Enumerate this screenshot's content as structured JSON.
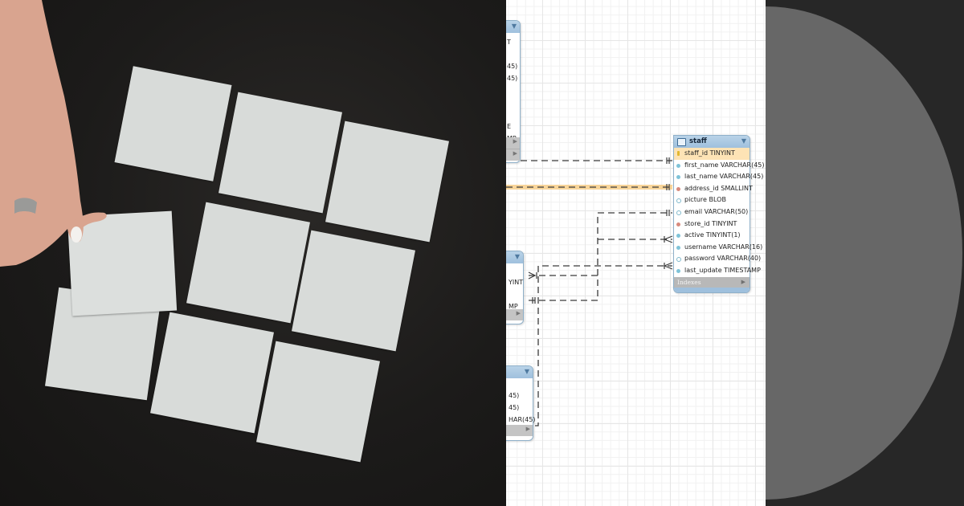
{
  "photo": {
    "description": "hand placing sticky notes in a 3x3 grid on a dark surface",
    "notes_count": 10,
    "colors": {
      "background": "#1c1b1a",
      "note": "#d8dbd9",
      "skin": "#d9a48f"
    }
  },
  "diagram": {
    "grid_color": "#e6e6e6",
    "tables": [
      {
        "id": "staff",
        "title": "staff",
        "columns": [
          {
            "label": "staff_id TINYINT",
            "kind": "primary-key"
          },
          {
            "label": "first_name VARCHAR(45)",
            "kind": "column"
          },
          {
            "label": "last_name VARCHAR(45)",
            "kind": "column"
          },
          {
            "label": "address_id SMALLINT",
            "kind": "foreign-key"
          },
          {
            "label": "picture BLOB",
            "kind": "nullable"
          },
          {
            "label": "email VARCHAR(50)",
            "kind": "nullable"
          },
          {
            "label": "store_id TINYINT",
            "kind": "foreign-key"
          },
          {
            "label": "active TINYINT(1)",
            "kind": "column"
          },
          {
            "label": "username VARCHAR(16)",
            "kind": "column"
          },
          {
            "label": "password VARCHAR(40)",
            "kind": "nullable"
          },
          {
            "label": "last_update TIMESTAMP",
            "kind": "column"
          }
        ],
        "footer": "Indexes"
      },
      {
        "id": "partial-top",
        "fragments": [
          "T",
          "45)",
          "45)",
          "E",
          "MP"
        ]
      },
      {
        "id": "partial-middle",
        "fragments": [
          "YINT",
          "MP"
        ]
      },
      {
        "id": "partial-bottom",
        "fragments": [
          "45)",
          "45)",
          "HAR(45)"
        ]
      }
    ],
    "relationships": [
      {
        "from": "partial-top",
        "to": "staff.staff_id",
        "highlighted": false
      },
      {
        "from": "address",
        "to": "staff.address_id",
        "highlighted": true,
        "highlight_color": "#f5b24a"
      },
      {
        "from": "partial-middle",
        "to": "staff.email",
        "highlighted": false
      },
      {
        "from": "partial-middle",
        "to": "staff.store_id",
        "highlighted": false
      },
      {
        "from": "partial-bottom",
        "to": "staff.active",
        "highlighted": false
      }
    ]
  },
  "deco": {
    "background": "#272727",
    "shape_color": "#676767"
  }
}
